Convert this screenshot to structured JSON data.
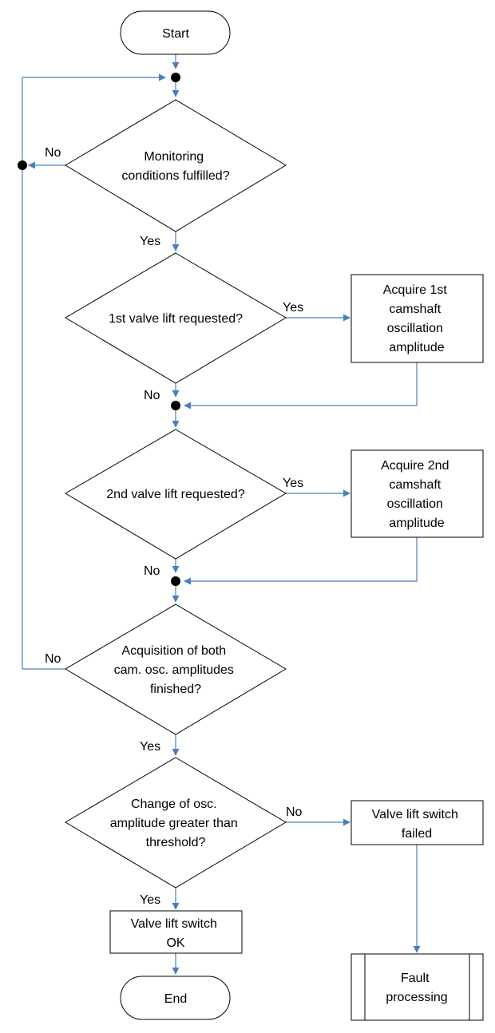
{
  "nodes": {
    "start": {
      "label": "Start"
    },
    "monitoring": {
      "lines": [
        "Monitoring",
        "conditions fulfilled?"
      ]
    },
    "lift1_decision": {
      "label": "1st valve lift requested?"
    },
    "lift1_acquire": {
      "lines": [
        "Acquire 1st",
        "camshaft",
        "oscillation",
        "amplitude"
      ]
    },
    "lift2_decision": {
      "label": "2nd valve lift requested?"
    },
    "lift2_acquire": {
      "lines": [
        "Acquire 2nd",
        "camshaft",
        "oscillation",
        "amplitude"
      ]
    },
    "acquisition_finished": {
      "lines": [
        "Acquisition of both",
        "cam. osc. amplitudes",
        "finished?"
      ]
    },
    "change_threshold": {
      "lines": [
        "Change of osc.",
        "amplitude greater than",
        "threshold?"
      ]
    },
    "switch_failed": {
      "lines": [
        "Valve lift switch",
        "failed"
      ]
    },
    "switch_ok": {
      "lines": [
        "Valve lift switch",
        "OK"
      ]
    },
    "fault_processing": {
      "lines": [
        "Fault",
        "processing"
      ]
    },
    "end": {
      "label": "End"
    }
  },
  "edge_labels": {
    "monitoring_no": "No",
    "monitoring_yes": "Yes",
    "lift1_yes": "Yes",
    "lift1_no": "No",
    "lift2_yes": "Yes",
    "lift2_no": "No",
    "acquisition_no": "No",
    "acquisition_yes": "Yes",
    "change_no": "No",
    "change_yes": "Yes"
  },
  "colors": {
    "connector": "#4a7ebf",
    "shape_stroke": "#000000",
    "junction": "#000000"
  }
}
